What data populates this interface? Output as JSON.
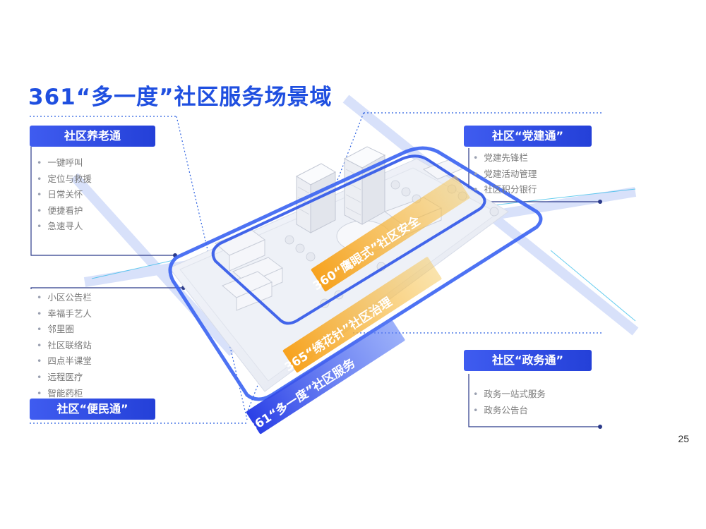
{
  "title": "361“多一度”社区服务场景域",
  "page_number": "25",
  "panels": {
    "eldercare": {
      "label": "社区养老通",
      "items": [
        "一键呼叫",
        "定位与救援",
        "日常关怀",
        "便捷看护",
        "急速寻人"
      ]
    },
    "party": {
      "label": "社区“党建通”",
      "items": [
        "党建先锋栏",
        "党建活动管理",
        "社区积分银行"
      ]
    },
    "convenience": {
      "label": "社区“便民通”",
      "items": [
        "小区公告栏",
        "幸福手艺人",
        "邻里圈",
        "社区联络站",
        "四点半课堂",
        "远程医疗",
        "智能药柜"
      ]
    },
    "government": {
      "label": "社区“政务通”",
      "items": [
        "政务一站式服务",
        "政务公告台"
      ]
    }
  },
  "banners": {
    "b360": "360“鹰眼式”社区安全",
    "b365": "365“绣花针”社区治理",
    "b361": "361“多一度”社区服务"
  },
  "colors": {
    "primary": "#1f4fe0",
    "orange": "#f29a1a",
    "road": "#cfdaf7",
    "ring": "#2f5ff0"
  }
}
